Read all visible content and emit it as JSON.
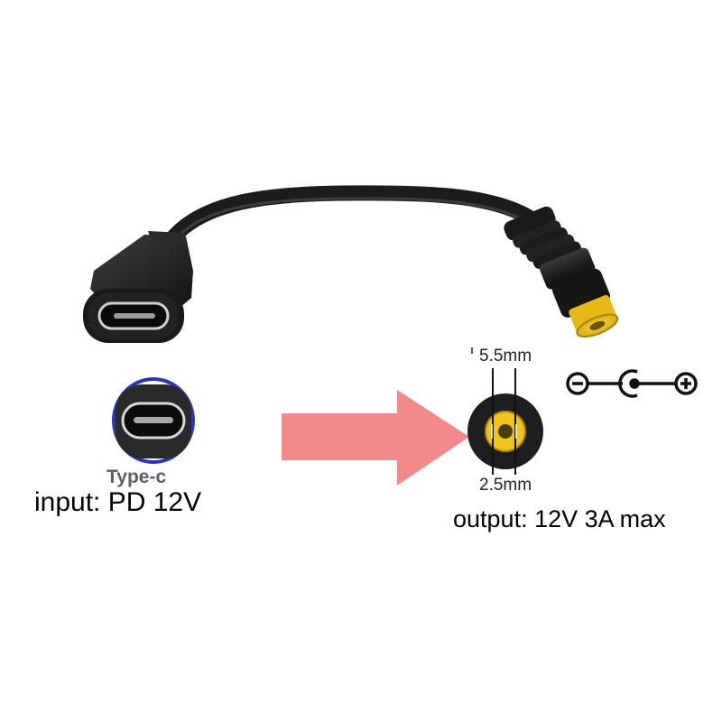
{
  "labels": {
    "type_c": "Type-c",
    "input": "input: PD 12V",
    "outer_diameter": "5.5mm",
    "inner_diameter": "2.5mm",
    "output": "output: 12V 3A max"
  },
  "colors": {
    "background": "#ffffff",
    "cable": "#1c1c1c",
    "connector_shell": "#2a2a2a",
    "tip_yellow": "#f0c419",
    "arrow": "#f28a8a",
    "type_c_ring": "#2a36b8",
    "polarity_symbol": "#111111"
  },
  "icons": {
    "type_c_port": "usb-c-port-icon",
    "dc_plug_face": "dc-barrel-plug-icon",
    "arrow": "right-arrow-icon",
    "polarity": "center-positive-polarity-icon"
  }
}
